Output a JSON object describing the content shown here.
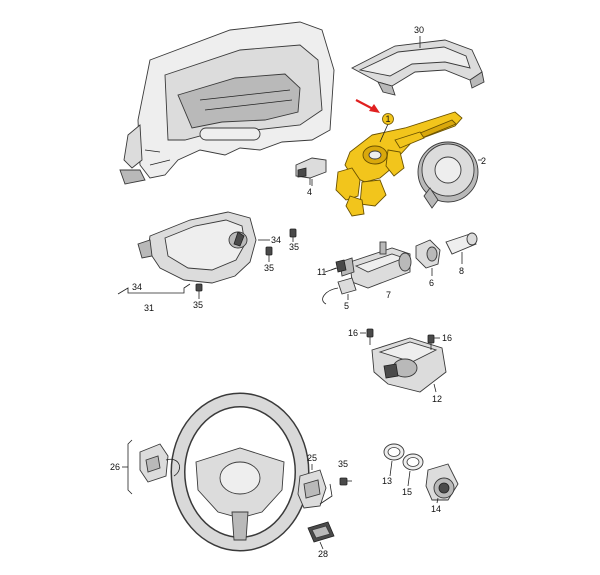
{
  "accent_color": "#f2c51c",
  "arrow_color": "#e02020",
  "callouts": {
    "c1": "1",
    "c2": "2",
    "c4": "4",
    "c5": "5",
    "c6": "6",
    "c7": "7",
    "c8": "8",
    "c11": "11",
    "c12": "12",
    "c13": "13",
    "c14": "14",
    "c15": "15",
    "c16a": "16",
    "c16b": "16",
    "c25": "25",
    "c26": "26",
    "c28": "28",
    "c30": "30",
    "c31": "31",
    "c34a": "34",
    "c34b": "34",
    "c35a": "35",
    "c35b": "35",
    "c35c": "35",
    "c35d": "35"
  }
}
